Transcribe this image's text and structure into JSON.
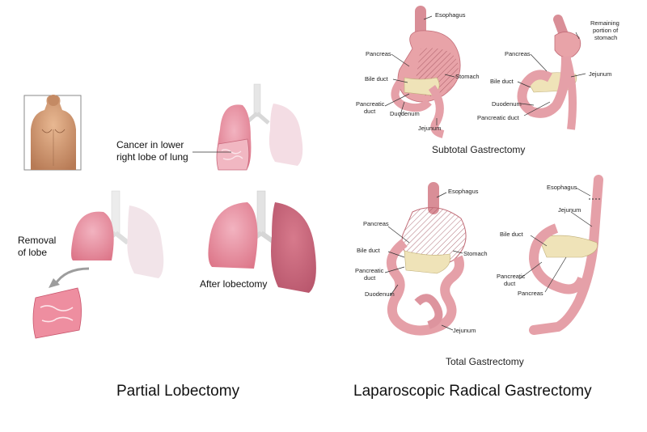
{
  "lobectomy": {
    "label_cancer": "Cancer in lower right lobe of lung",
    "label_cancer_line1": "Cancer in lower",
    "label_cancer_line2": "right lobe of lung",
    "label_removal_line1": "Removal",
    "label_removal_line2": "of lobe",
    "label_after": "After lobectomy",
    "title": "Partial Lobectomy"
  },
  "gastrectomy": {
    "subtotal": {
      "caption": "Subtotal Gastrectomy",
      "before_labels": {
        "esophagus": "Esophagus",
        "pancreas": "Pancreas",
        "bile_duct": "Bile duct",
        "stomach": "Stomach",
        "pancreatic_duct_line1": "Pancreatic",
        "pancreatic_duct_line2": "duct",
        "duodenum": "Duodenum",
        "jejunum": "Jejunum"
      },
      "after_labels": {
        "remaining_line1": "Remaining",
        "remaining_line2": "portion of",
        "remaining_line3": "stomach",
        "pancreas": "Pancreas",
        "bile_duct": "Bile duct",
        "jejunum": "Jejunum",
        "duodenum": "Duodenum",
        "pancreatic_duct": "Pancreatic duct"
      }
    },
    "total": {
      "caption": "Total Gastrectomy",
      "before_labels": {
        "esophagus": "Esophagus",
        "pancreas": "Pancreas",
        "bile_duct": "Bile duct",
        "stomach": "Stomach",
        "pancreatic_duct_line1": "Pancreatic",
        "pancreatic_duct_line2": "duct",
        "duodenum": "Duodenum",
        "jejunum": "Jejunum"
      },
      "after_labels": {
        "esophagus": "Esophagus",
        "jejunum": "Jejunum",
        "bile_duct": "Bile duct",
        "pancreatic_duct_line1": "Pancreatic",
        "pancreatic_duct_line2": "duct",
        "pancreas": "Pancreas"
      }
    },
    "title": "Laparoscopic Radical Gastrectomy"
  },
  "colors": {
    "lung_pink": "#e58a9c",
    "lung_faded": "#f3dbe2",
    "tumor": "#f4c7cf",
    "stomach": "#e8a3a8",
    "pancreas": "#efe3b8",
    "trachea": "#e8e8e8",
    "skin": "#d9a07a"
  }
}
